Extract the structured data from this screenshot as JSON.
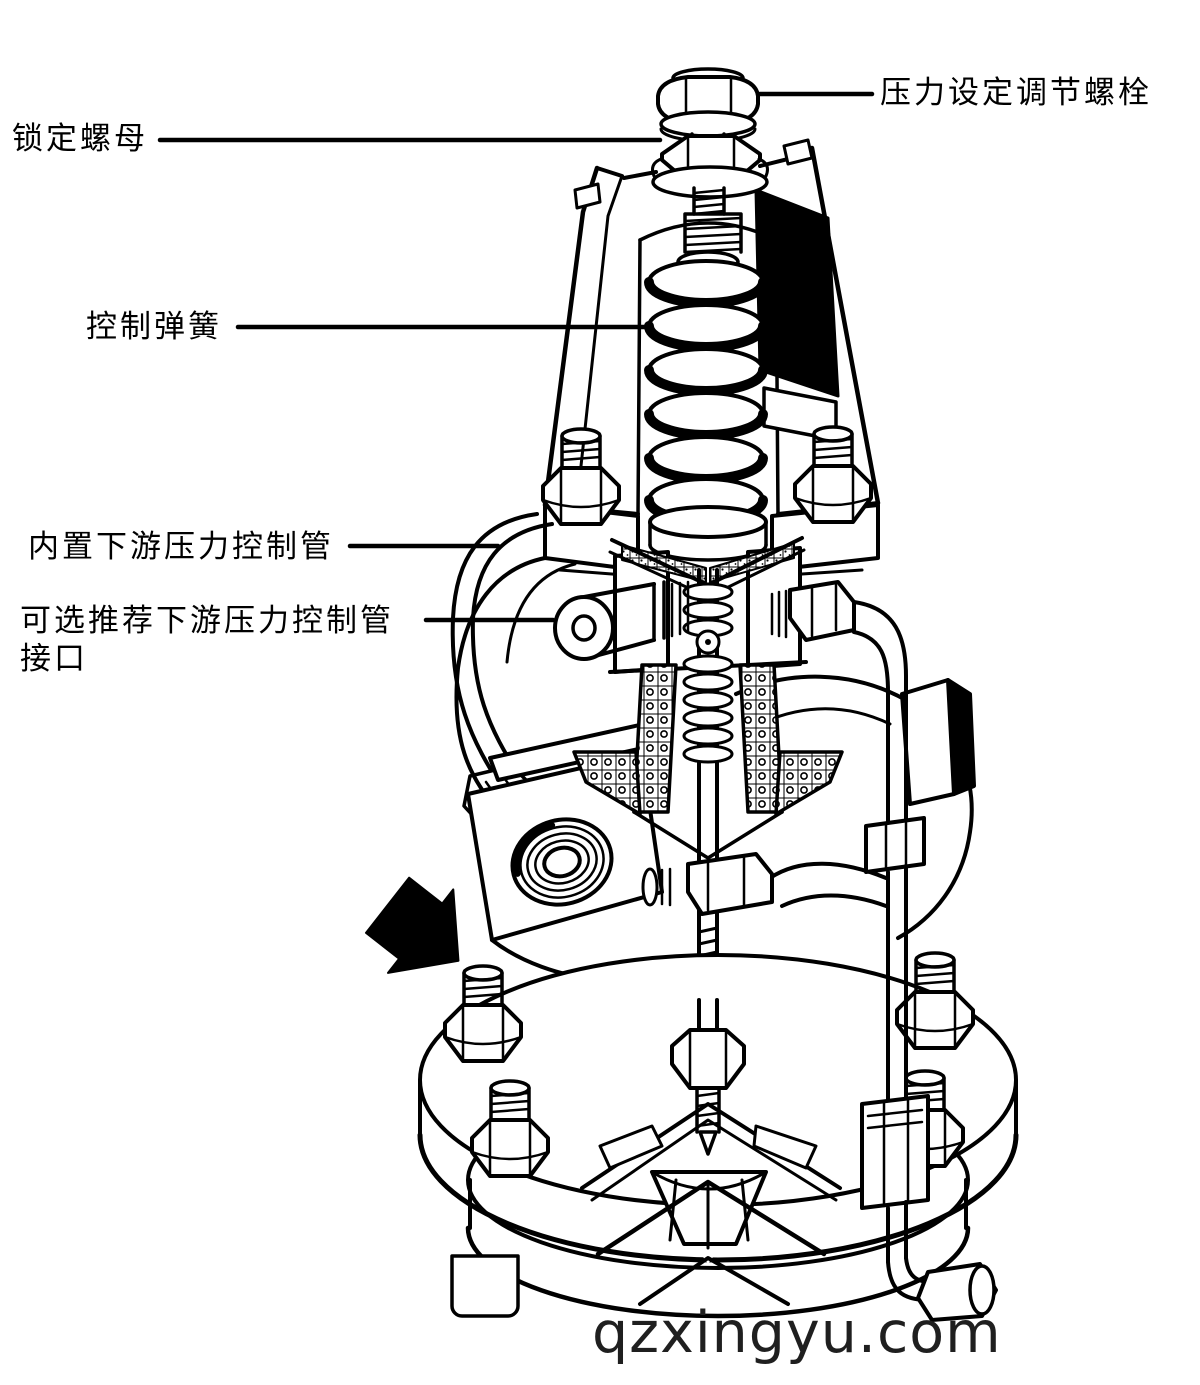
{
  "diagram": {
    "type": "technical-cutaway-illustration",
    "subject": "pilot-operated pressure reducing valve",
    "labels": {
      "adjust_bolt": "压力设定调节螺栓",
      "lock_nut": "锁定螺母",
      "control_spring": "控制弹簧",
      "internal_pipe": "内置下游压力控制管",
      "optional_port_line1": "可选推荐下游压力控制管",
      "optional_port_line2": "接口"
    },
    "watermark": "qzxingyu.com",
    "icons": {
      "flow_arrow": "flow-direction-arrow"
    },
    "colors": {
      "line": "#000000",
      "background": "#ffffff",
      "nameplate": "#000000",
      "watermark": "#1f1f1f"
    }
  }
}
